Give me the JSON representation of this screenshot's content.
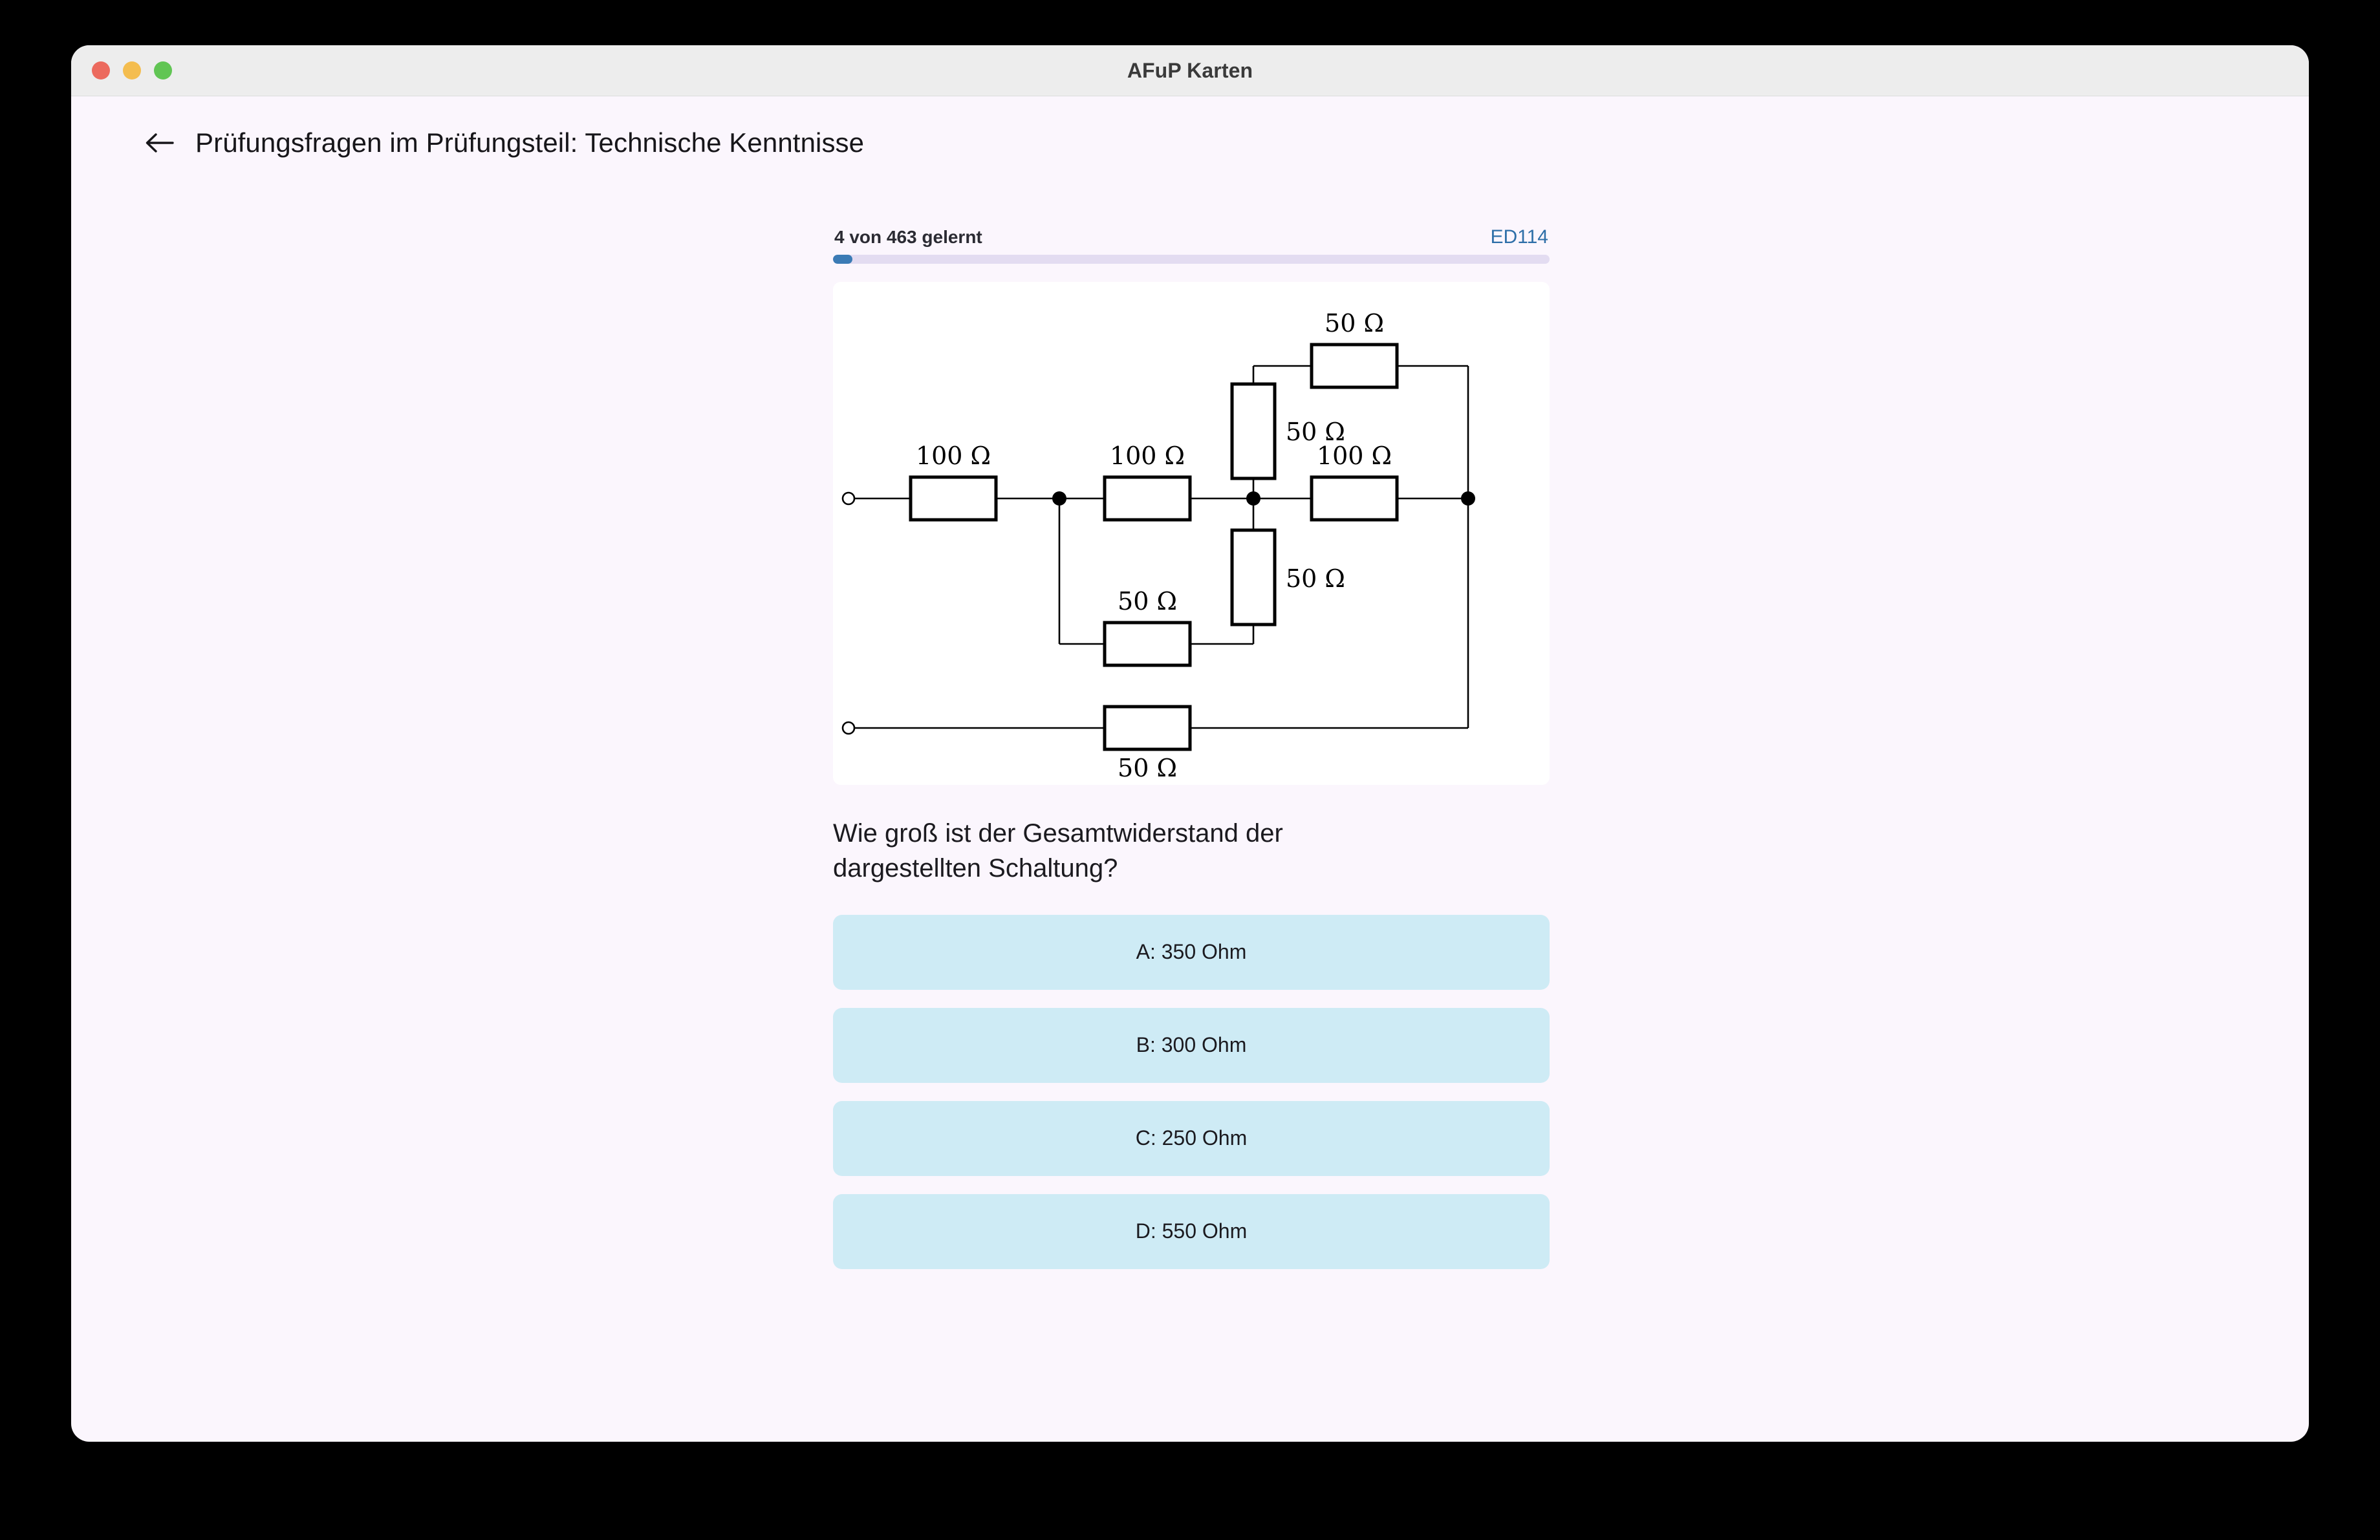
{
  "window": {
    "title": "AFuP Karten",
    "traffic_lights": [
      {
        "name": "close",
        "color": "#EC6A5E"
      },
      {
        "name": "minimize",
        "color": "#F4BD4F"
      },
      {
        "name": "zoom",
        "color": "#61C554"
      }
    ]
  },
  "header": {
    "back_icon": "arrow-left-icon",
    "title": "Prüfungsfragen im Prüfungsteil: Technische Kenntnisse"
  },
  "progress": {
    "label": "4 von 463 gelernt",
    "learned": 4,
    "total": 463,
    "percent": 0.86,
    "fill_color": "#3B7BB5",
    "track_color": "#E3DCF1"
  },
  "card": {
    "code": "ED114",
    "code_color": "#2E6FA8"
  },
  "question": {
    "text": "Wie groß ist der Gesamtwiderstand der dargestellten Schaltung?"
  },
  "answers": [
    {
      "id": "A",
      "label": "A: 350 Ohm"
    },
    {
      "id": "B",
      "label": "B: 300 Ohm"
    },
    {
      "id": "C",
      "label": "C: 250 Ohm"
    },
    {
      "id": "D",
      "label": "D: 550 Ohm"
    }
  ],
  "colors": {
    "page_background": "#FBF6FD",
    "titlebar": "#EDEDED",
    "answer_background": "#CEEBF5",
    "card_background": "#FFFFFF"
  },
  "circuit": {
    "description": "Resistor network between two terminals",
    "labels": {
      "r1": "100 Ω",
      "r2": "100 Ω",
      "r3": "100 Ω",
      "r4": "50 Ω",
      "r5": "50 Ω",
      "r6": "50 Ω",
      "r7": "50 Ω",
      "r8": "50 Ω"
    },
    "components": [
      {
        "id": "r1",
        "value": "100 Ω",
        "orientation": "horizontal",
        "position": "top-left-series"
      },
      {
        "id": "r2",
        "value": "100 Ω",
        "orientation": "horizontal",
        "position": "middle-series"
      },
      {
        "id": "r3",
        "value": "100 Ω",
        "orientation": "horizontal",
        "position": "right-series"
      },
      {
        "id": "r4",
        "value": "50 Ω",
        "orientation": "horizontal",
        "position": "top-right-branch"
      },
      {
        "id": "r5",
        "value": "50 Ω",
        "orientation": "vertical",
        "position": "upper-vertical"
      },
      {
        "id": "r6",
        "value": "50 Ω",
        "orientation": "vertical",
        "position": "lower-vertical"
      },
      {
        "id": "r7",
        "value": "50 Ω",
        "orientation": "horizontal",
        "position": "lower-branch"
      },
      {
        "id": "r8",
        "value": "50 Ω",
        "orientation": "horizontal",
        "position": "bottom-rail"
      }
    ]
  }
}
